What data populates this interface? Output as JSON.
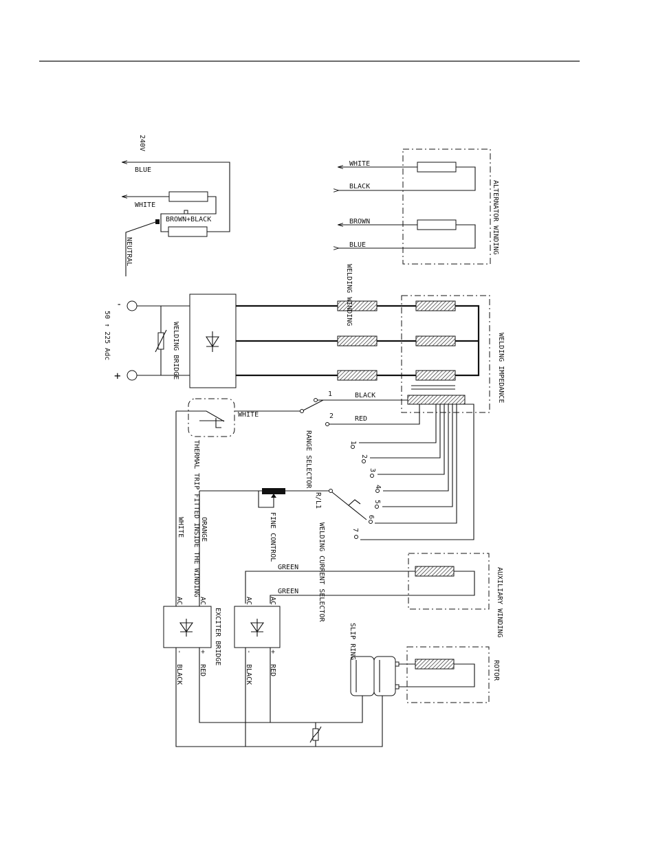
{
  "colors": {
    "ink": "#111111",
    "paper": "#ffffff"
  },
  "supply": {
    "voltage": "240V",
    "blue": "BLUE",
    "white": "WHITE",
    "brown_black": "BROWN+BLACK",
    "neutral": "NEUTRAL"
  },
  "alternator": {
    "title": "ALTERNATOR WINDING",
    "white": "WHITE",
    "black": "BLACK",
    "brown": "BROWN",
    "blue": "BLUE"
  },
  "welding_winding": {
    "title": "WELDING WINDING"
  },
  "welding_bridge": {
    "title": "WELDING BRIDGE",
    "minus": "-",
    "plus": "+",
    "output": "50 ↑ 225 Adc"
  },
  "welding_impedance": {
    "title": "WELDING IMPEDANCE"
  },
  "range_selector": {
    "title": "RANGE SELECTOR",
    "pos1": "1",
    "pos2": "2",
    "black": "BLACK",
    "red": "RED"
  },
  "thermal_trip": {
    "title": "THERMAL TRIP FITTED INSIDE THE WINDING",
    "white": "WHITE"
  },
  "welding_current_selector": {
    "title": "WELDING CURRENT SELECTOR",
    "rl": "R/L1",
    "taps": [
      "1",
      "2",
      "3",
      "4",
      "5",
      "6",
      "7"
    ]
  },
  "fine_control": {
    "title": "FINE CONTROL"
  },
  "wires": {
    "white": "WHITE",
    "orange": "ORANGE",
    "green1": "GREEN",
    "green2": "GREEN"
  },
  "auxiliary": {
    "title": "AUXILIARY WINDING"
  },
  "exciter_bridge": {
    "title": "EXCITER BRIDGE",
    "ac": "AC",
    "minus": "-",
    "plus": "+",
    "black": "BLACK",
    "red": "RED"
  },
  "slip_ring": {
    "title": "SLIP RING"
  },
  "rotor": {
    "title": "ROTOR"
  }
}
